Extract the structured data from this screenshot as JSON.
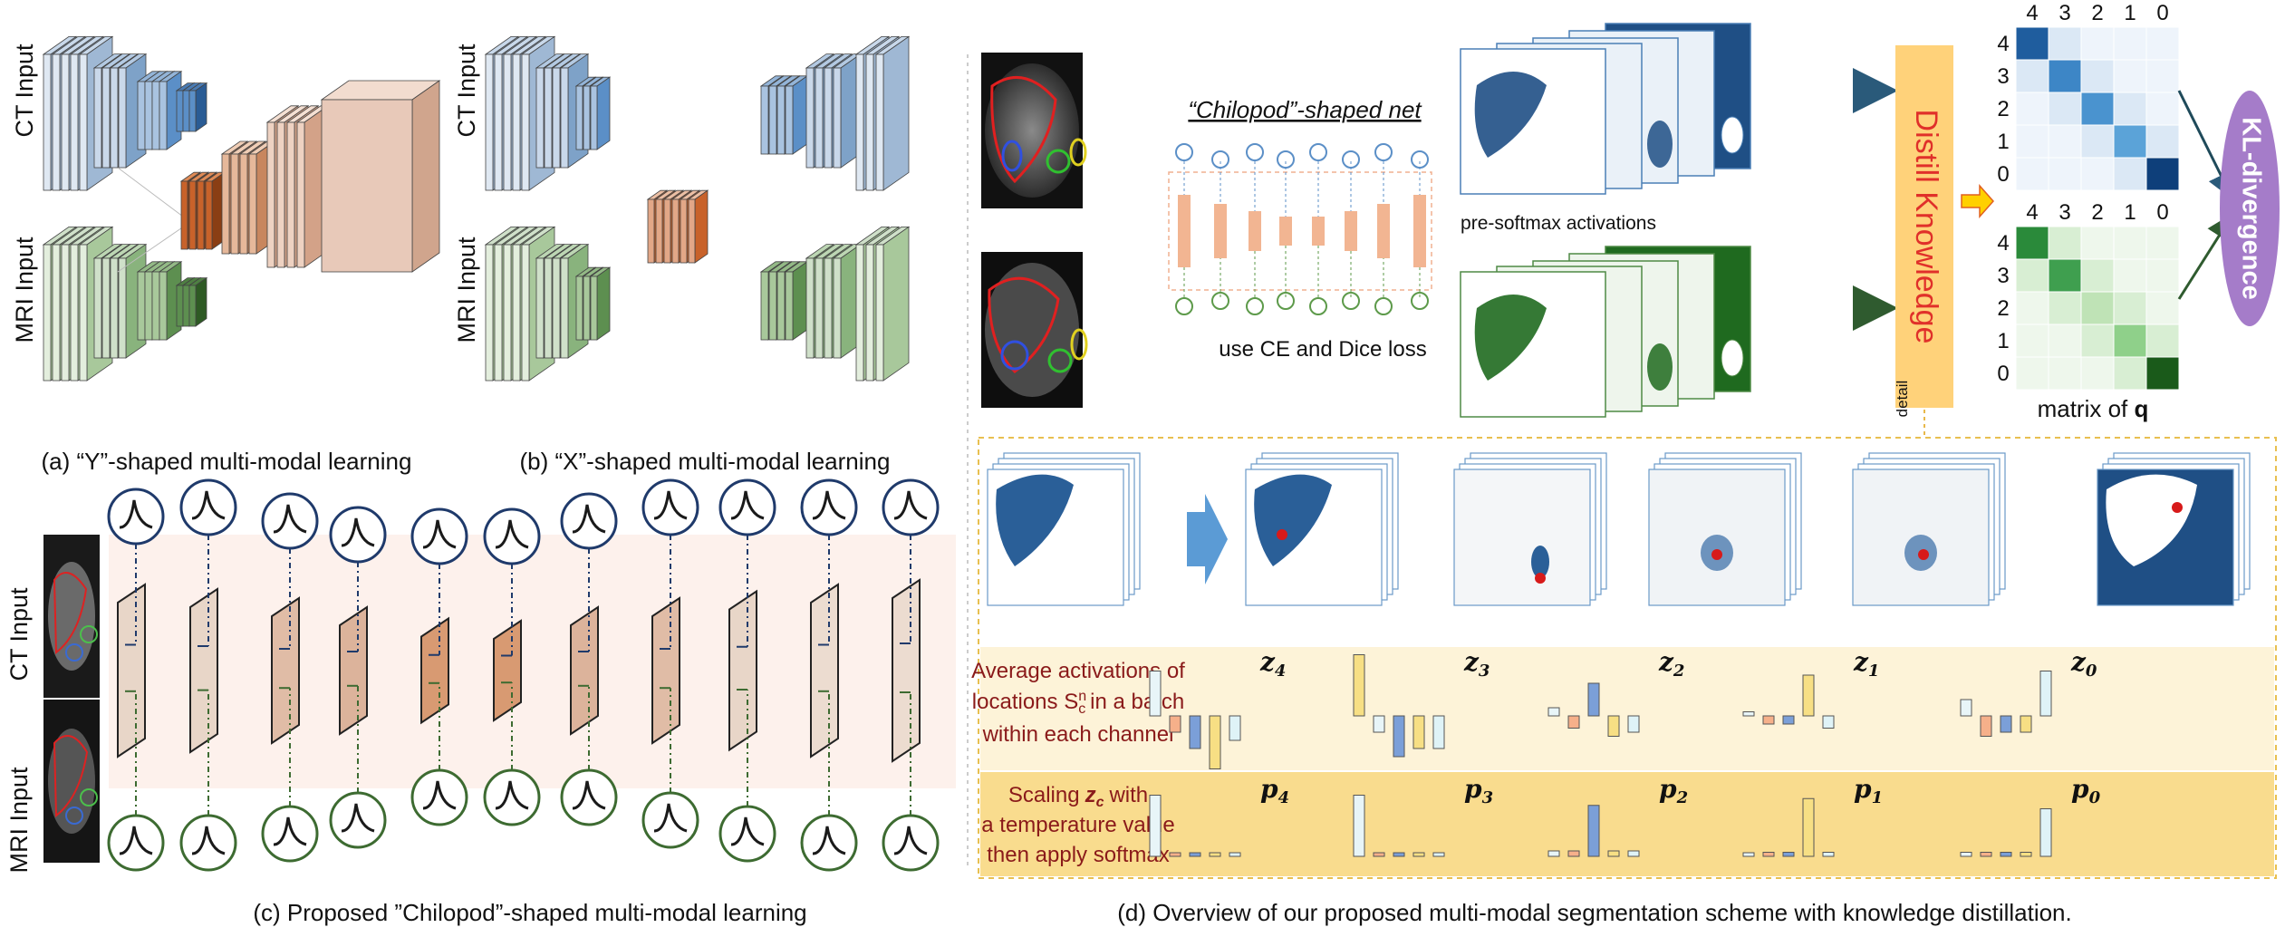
{
  "panel_a": {
    "caption": "(a) “Y”-shaped multi-modal learning",
    "ct_label": "CT Input",
    "mri_label": "MRI Input"
  },
  "panel_b": {
    "caption": "(b) “X”-shaped multi-modal learning",
    "ct_label": "CT Input",
    "mri_label": "MRI Input"
  },
  "panel_c": {
    "caption": "(c) Proposed ”Chilopod”-shaped multi-modal learning",
    "ct_label": "CT Input",
    "mri_label": "MRI Input"
  },
  "panel_d": {
    "caption": "(d) Overview of our proposed multi-modal segmentation scheme with knowledge distillation.",
    "net_title": "“Chilopod”-shaped net",
    "loss_label": "use CE and Dice loss",
    "activations_label": "pre-softmax activations",
    "distill_label": "Distill Knowledge",
    "detail_label": "detail",
    "kl_label": "KL-divergence",
    "matrix_prefix": "matrix of ",
    "matrix_symbol": "q",
    "matrix_axis_labels": [
      "4",
      "3",
      "2",
      "1",
      "0"
    ],
    "avg_text": [
      "Average activations of",
      "locations S",
      "in a batch",
      "within each channel"
    ],
    "avg_sub": "c",
    "avg_sup": "n",
    "scale_text": [
      "Scaling",
      "with",
      "a temperature value",
      "then apply softmax"
    ],
    "scale_var": "z",
    "scale_var_sub": "c",
    "z_labels": [
      {
        "v": "z",
        "s": "4"
      },
      {
        "v": "z",
        "s": "3"
      },
      {
        "v": "z",
        "s": "2"
      },
      {
        "v": "z",
        "s": "1"
      },
      {
        "v": "z",
        "s": "0"
      }
    ],
    "p_labels": [
      {
        "v": "p",
        "s": "4"
      },
      {
        "v": "p",
        "s": "3"
      },
      {
        "v": "p",
        "s": "2"
      },
      {
        "v": "p",
        "s": "1"
      },
      {
        "v": "p",
        "s": "0"
      }
    ]
  },
  "colors": {
    "ct_blue": "#5b8fc7",
    "ct_light": "#c9d8e8",
    "mri_green": "#79a96c",
    "mri_light": "#cfe0c9",
    "fused_orange": "#c8622a",
    "fused_light": "#e8c9b9",
    "kl_purple": "#a57cc9",
    "distill_bg": "#ffd27a",
    "distill_text": "#e0302a",
    "circle_navy": "#1f3a6b",
    "circle_green": "#3d6b31",
    "band_light": "#fdf3d8",
    "band_dark": "#f9dc8e"
  }
}
